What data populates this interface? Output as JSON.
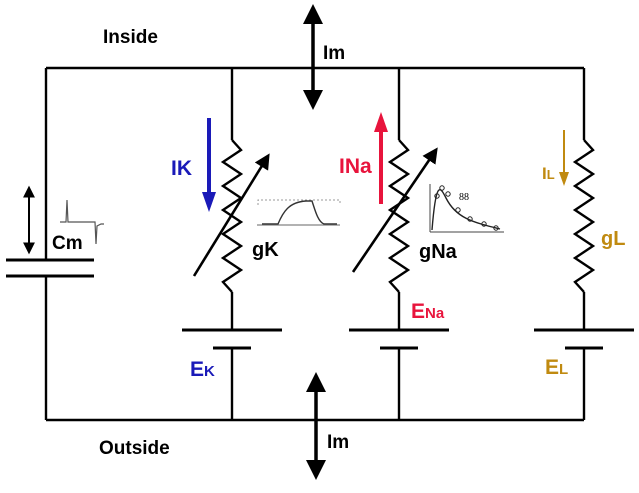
{
  "labels": {
    "inside": "Inside",
    "outside": "Outside",
    "im_top": "Im",
    "im_bottom": "Im",
    "cm": "Cm",
    "ik": "IK",
    "gk": "gK",
    "ek_main": "E",
    "ek_sub": "K",
    "ina": "INa",
    "gna": "gNa",
    "ena_main": "E",
    "ena_sub": "Na",
    "il_main": "I",
    "il_sub": "L",
    "gl": "gL",
    "el_main": "E",
    "el_sub": "L",
    "trace_number": "88"
  },
  "colors": {
    "wire": "#000000",
    "potassium": "#1a1ab8",
    "sodium": "#e8143c",
    "leak": "#c08a10",
    "text": "#000000"
  }
}
